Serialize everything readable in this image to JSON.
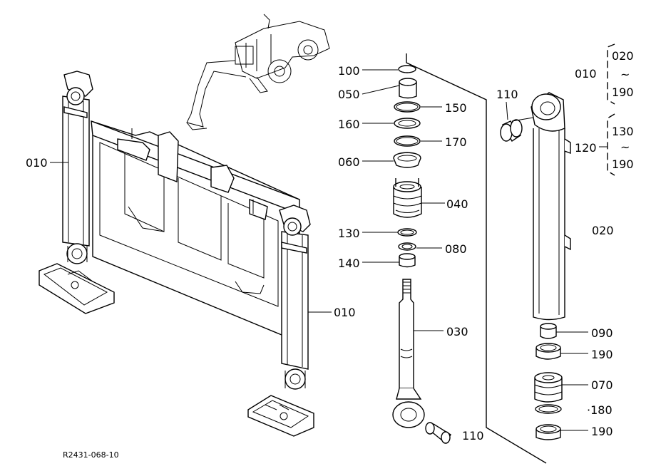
{
  "drawing_ref": "R2431-068-10",
  "callouts": {
    "c100": "100",
    "c050": "050",
    "c150": "150",
    "c160": "160",
    "c170": "170",
    "c060": "060",
    "c040": "040",
    "c130": "130",
    "c080": "080",
    "c140": "140",
    "c030": "030",
    "c110_top": "110",
    "c110_bottom": "110",
    "c020": "020",
    "c090": "090",
    "c190_a": "190",
    "c070": "070",
    "c180": "·180",
    "c190_b": "190",
    "c010_left": "010",
    "c010_right": "010",
    "c120": "120"
  },
  "groups": {
    "g010": {
      "label": "010",
      "from": "020",
      "tilde": "~",
      "to": "190"
    },
    "g120": {
      "label": "120",
      "from": "130",
      "tilde": "~",
      "to": "190"
    }
  }
}
